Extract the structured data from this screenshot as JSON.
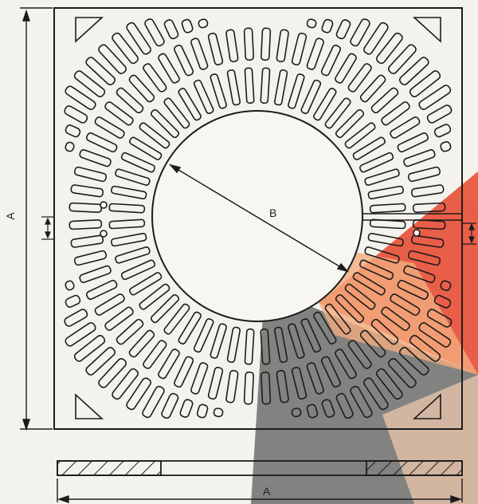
{
  "labels": {
    "plan_width": "A",
    "diameter": "B",
    "section_width": "A"
  },
  "colors": {
    "paper": "#f4f2ec",
    "ink": "#1c1c1c",
    "watermark_grey": "#6b6b6b",
    "watermark_red": "#e8452c",
    "watermark_orange": "#f29a5a"
  },
  "slot_rings": [
    {
      "count": 52
    },
    {
      "count": 64
    },
    {
      "count": 80
    }
  ]
}
